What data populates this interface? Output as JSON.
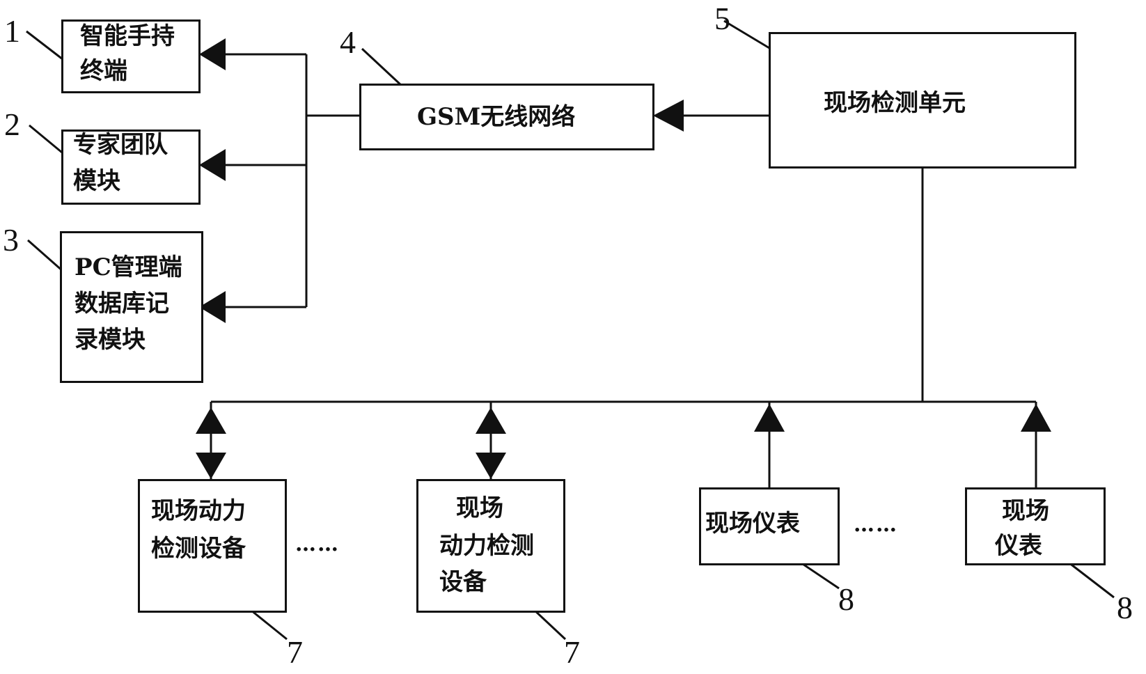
{
  "nodes": {
    "handheld": {
      "line1": "智能手持",
      "line2": "终端",
      "number": "1"
    },
    "expert": {
      "line1": "专家团队",
      "line2": "模块",
      "number": "2"
    },
    "pc": {
      "line1": "PC管理端",
      "line2": "数据库记",
      "line3": "录模块",
      "number": "3"
    },
    "gsm": {
      "label": "GSM无线网络",
      "number": "4"
    },
    "detect": {
      "label": "现场检测单元",
      "number": "5"
    },
    "power_a": {
      "line1": "现场动力",
      "line2": "检测设备",
      "number": "7"
    },
    "power_b": {
      "line1": "现场",
      "line2": "动力检测",
      "line3": "设备",
      "number": "7"
    },
    "meter_a": {
      "label": "现场仪表",
      "number": "8"
    },
    "meter_b": {
      "line1": "现场",
      "line2": "仪表",
      "number": "8"
    }
  },
  "ellipsis": "……"
}
